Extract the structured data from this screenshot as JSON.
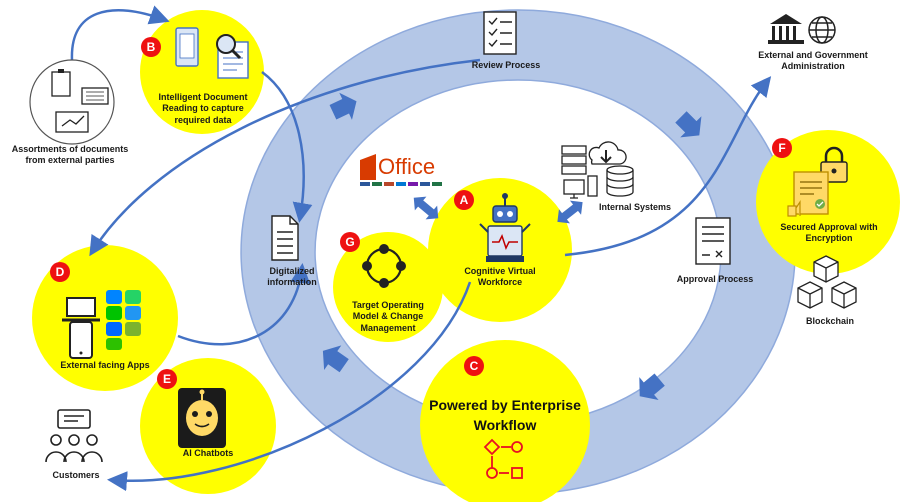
{
  "nodes": {
    "review": {
      "label": "Review Process"
    },
    "approval": {
      "label": "Approval Process"
    },
    "internal": {
      "label": "Internal Systems"
    },
    "external_gov": {
      "label": "External and Government Administration"
    },
    "assortments": {
      "label": "Assortments of documents from external parties"
    },
    "digitalized": {
      "label": "Digitalized information"
    },
    "customers": {
      "label": "Customers"
    },
    "blockchain": {
      "label": "Blockchain"
    }
  },
  "office": {
    "label": "Office"
  },
  "bubbles": {
    "A": {
      "badge": "A",
      "label": "Cognitive Virtual Workforce"
    },
    "B": {
      "badge": "B",
      "label": "Intelligent Document Reading to capture required data"
    },
    "C": {
      "badge": "C",
      "label": "Powered by Enterprise Workflow"
    },
    "D": {
      "badge": "D",
      "label": "External facing Apps"
    },
    "E": {
      "badge": "E",
      "label": "AI Chatbots"
    },
    "F": {
      "badge": "F",
      "label": "Secured Approval with Encryption"
    },
    "G": {
      "badge": "G",
      "label": "Target Operating Model & Change Management"
    }
  },
  "colors": {
    "ring": "#b4c7e7",
    "ring_stroke": "#8faadc",
    "bubble": "#ffff00",
    "badge": "#ee1111",
    "arrow": "#4472c4"
  }
}
